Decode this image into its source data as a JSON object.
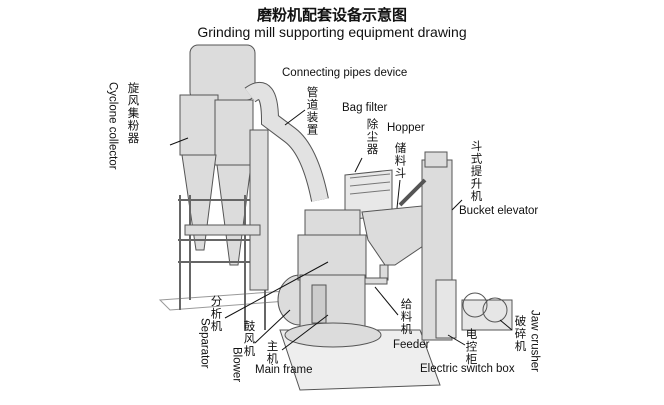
{
  "title": "磨粉机配套设备示意图",
  "subtitle": "Grinding mill supporting equipment drawing",
  "labels": {
    "connecting_pipes_en": "Connecting pipes device",
    "connecting_pipes_zh": "管道装置",
    "cyclone_zh": "旋风集粉器",
    "cyclone_en": "Cyclone  collector",
    "bag_filter_en": "Bag filter",
    "bag_filter_zh": "除尘器",
    "hopper_en": "Hopper",
    "hopper_zh": "储料斗",
    "bucket_elevator_zh": "斗式提升机",
    "bucket_elevator_en": "Bucket elevator",
    "separator_zh": "分析机",
    "separator_en": "Separator",
    "blower_zh": "鼓风机",
    "blower_en": "Blower",
    "main_frame_zh": "主机",
    "main_frame_en": "Main frame",
    "feeder_zh": "给料机",
    "feeder_en": "Feeder",
    "switch_box_zh": "电控柜",
    "switch_box_en": "Electric switch box",
    "jaw_crusher_zh": "破碎机",
    "jaw_crusher_en": "Jaw crusher"
  },
  "colors": {
    "equipment": "#d9d9d9",
    "outline": "#555555",
    "text": "#111111"
  }
}
